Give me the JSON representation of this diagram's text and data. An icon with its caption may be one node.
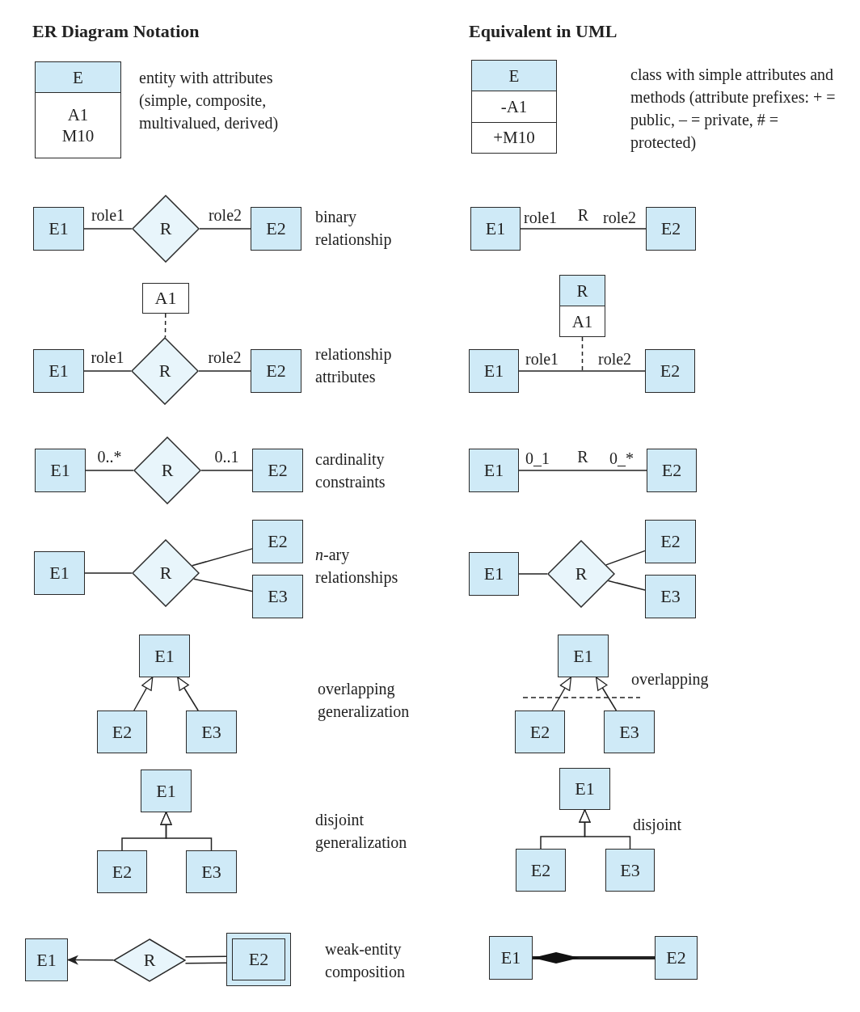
{
  "diagram": {
    "nodes": [
      {
        "text": [
          "E",
          "A1 M10"
        ]
      },
      {
        "text": [
          "E1"
        ]
      },
      {
        "text": [
          "R"
        ]
      },
      {
        "text": [
          "E2"
        ]
      },
      {
        "text": [
          "A1"
        ]
      },
      {
        "text": [
          "E1"
        ]
      },
      {
        "text": [
          "R"
        ]
      },
      {
        "text": [
          "E2"
        ]
      },
      {
        "text": [
          "E1"
        ]
      },
      {
        "text": [
          "R"
        ]
      },
      {
        "text": [
          "E2"
        ]
      },
      {
        "text": [
          "E1"
        ]
      },
      {
        "text": [
          "R"
        ]
      },
      {
        "text": [
          "E2"
        ]
      },
      {
        "text": [
          "E3"
        ]
      },
      {
        "text": [
          "E1"
        ]
      },
      {
        "text": [
          "E2"
        ]
      },
      {
        "text": [
          "E3"
        ]
      },
      {
        "text": [
          "E1"
        ]
      },
      {
        "text": [
          "E2"
        ]
      },
      {
        "text": [
          "E3"
        ]
      },
      {
        "text": [
          "E1"
        ]
      },
      {
        "text": [
          "R"
        ]
      },
      {
        "text": [
          "E2"
        ]
      },
      {
        "text": [
          "E",
          "-A1",
          "+M10"
        ]
      },
      {
        "text": [
          "E1"
        ]
      },
      {
        "text": [
          "E2"
        ]
      },
      {
        "text": [
          "R",
          "A1"
        ]
      },
      {
        "text": [
          "E1"
        ]
      },
      {
        "text": [
          "E2"
        ]
      },
      {
        "text": [
          "E1"
        ]
      },
      {
        "text": [
          "E2"
        ]
      },
      {
        "text": [
          "E1"
        ]
      },
      {
        "text": [
          "R"
        ]
      },
      {
        "text": [
          "E2"
        ]
      },
      {
        "text": [
          "E3"
        ]
      },
      {
        "text": [
          "E1"
        ]
      },
      {
        "text": [
          "E2"
        ]
      },
      {
        "text": [
          "E3"
        ]
      },
      {
        "text": [
          "E1"
        ]
      },
      {
        "text": [
          "E2"
        ]
      },
      {
        "text": [
          "E3"
        ]
      },
      {
        "text": [
          "E1"
        ]
      },
      {
        "text": [
          "E2"
        ]
      }
    ],
    "edges": [
      {
        "from": 1,
        "to": 2,
        "arrow": "none",
        "label": "role1"
      },
      {
        "from": 2,
        "to": 3,
        "arrow": "none",
        "label": "role2"
      },
      {
        "from": 4,
        "to": 6,
        "arrow": "none",
        "style": "dashed"
      },
      {
        "from": 5,
        "to": 6,
        "arrow": "none",
        "label": "role1"
      },
      {
        "from": 6,
        "to": 7,
        "arrow": "none",
        "label": "role2"
      },
      {
        "from": 8,
        "to": 9,
        "arrow": "none",
        "label": "0..*"
      },
      {
        "from": 9,
        "to": 10,
        "arrow": "none",
        "label": "0..1"
      },
      {
        "from": 11,
        "to": 12,
        "arrow": "none"
      },
      {
        "from": 12,
        "to": 13,
        "arrow": "none"
      },
      {
        "from": 12,
        "to": 14,
        "arrow": "none"
      },
      {
        "from": 16,
        "to": 15,
        "arrow": "to"
      },
      {
        "from": 17,
        "to": 15,
        "arrow": "to"
      },
      {
        "from": 19,
        "to": 18,
        "arrow": "to"
      },
      {
        "from": 20,
        "to": 18,
        "arrow": "to"
      },
      {
        "from": 22,
        "to": 21,
        "arrow": "to"
      },
      {
        "from": 22,
        "to": 23,
        "arrow": "none"
      },
      {
        "from": 25,
        "to": 26,
        "arrow": "none",
        "label": "R"
      },
      {
        "from": 28,
        "to": 29,
        "arrow": "none"
      },
      {
        "from": 27,
        "to": null,
        "arrow": "none",
        "style": "dashed"
      },
      {
        "from": 30,
        "to": 31,
        "arrow": "none",
        "label": "R"
      },
      {
        "from": 32,
        "to": 33,
        "arrow": "none"
      },
      {
        "from": 33,
        "to": 34,
        "arrow": "none"
      },
      {
        "from": 33,
        "to": 35,
        "arrow": "none"
      },
      {
        "from": 37,
        "to": 36,
        "arrow": "to"
      },
      {
        "from": 38,
        "to": 36,
        "arrow": "to"
      },
      {
        "from": 40,
        "to": 39,
        "arrow": "to"
      },
      {
        "from": 41,
        "to": 39,
        "arrow": "to"
      },
      {
        "from": 42,
        "to": 43,
        "arrow": "other",
        "style": "thick"
      }
    ],
    "labels": [
      "ER Diagram Notation",
      "Equivalent in UML",
      "entity with attributes (simple, composite, multivalued, derived)",
      "class with simple attributes and methods (attribute prefixes: + = public, – = private, # = protected)",
      "binary relationship",
      "relationship attributes",
      "cardinality constraints",
      "*n*-ary relationships",
      "overlapping generalization",
      "disjoint generalization",
      "weak-entity composition",
      "role1",
      "role2",
      "role1",
      "role2",
      "0_1",
      "0_*",
      "overlapping",
      "disjoint"
    ]
  }
}
